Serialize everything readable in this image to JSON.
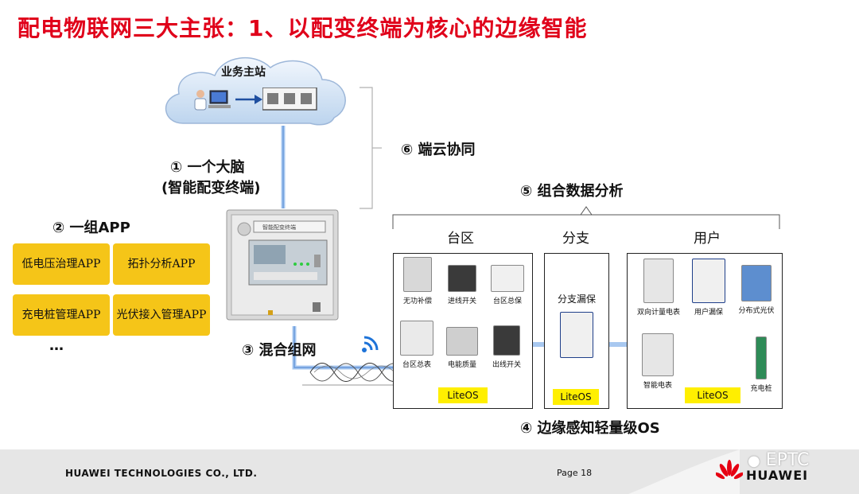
{
  "title": "配电物联网三大主张：1、以配变终端为核心的边缘智能",
  "cloud_label": "业务主站",
  "brain": {
    "line1": "① 一个大脑",
    "line2": "(智能配变终端)"
  },
  "terminal_screen_text": "智能配变终端",
  "cloud_sync": "⑥  端云协同",
  "combined_analysis": "⑤  组合数据分析",
  "app_group": "②  一组APP",
  "apps": [
    "低电压治理APP",
    "拓扑分析APP",
    "充电桩管理APP",
    "光伏接入管理APP"
  ],
  "apps_more": "…",
  "hybrid_network": "③  混合组网",
  "edge_os": "④  边缘感知轻量级OS",
  "sections": {
    "taiqu": "台区",
    "fenzhi": "分支",
    "yonghu": "用户"
  },
  "taiqu_devices": [
    "无功补偿",
    "进线开关",
    "台区总保",
    "台区总表",
    "电能质量",
    "出线开关"
  ],
  "fenzhi_device": "分支漏保",
  "yonghu_devices": [
    "双向计量电表",
    "用户漏保",
    "分布式光伏",
    "智能电表",
    "充电桩"
  ],
  "liteos": "LiteOS",
  "footer": {
    "company": "HUAWEI TECHNOLOGIES CO., LTD.",
    "page": "Page 18",
    "brand": "HUAWEI",
    "watermark": "EPTC"
  },
  "colors": {
    "title": "#e0001a",
    "app_bg": "#f5c518",
    "liteos_bg": "#ffef00",
    "link": "#a8c8f0",
    "brand_red": "#e60012"
  }
}
